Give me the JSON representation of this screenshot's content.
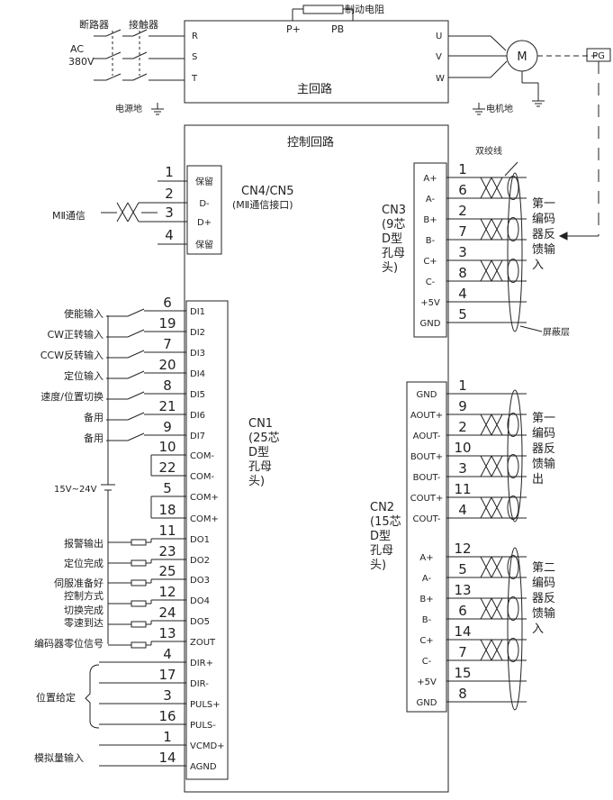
{
  "colors": {
    "line": "#222222",
    "background": "#ffffff"
  },
  "power": {
    "breaker": "断路器",
    "contactor": "接触器",
    "ac": "AC",
    "voltage": "380V",
    "brake_resistor": "制动电阻",
    "p_plus": "P+",
    "pb": "PB",
    "power_ground": "电源地",
    "motor_ground": "电机地",
    "motor": "M",
    "pg": "PG",
    "main_circuit": "主回路",
    "inputs": [
      "R",
      "S",
      "T"
    ],
    "outputs": [
      "U",
      "V",
      "W"
    ]
  },
  "control_title": "控制回路",
  "cn4": {
    "title": "CN4/CN5",
    "subtitle": "(MⅡ通信接口)",
    "signal": "MⅡ通信",
    "pins": [
      {
        "num": "1",
        "label": "保留"
      },
      {
        "num": "2",
        "label": "D-"
      },
      {
        "num": "3",
        "label": "D+"
      },
      {
        "num": "4",
        "label": "保留"
      }
    ]
  },
  "cn3": {
    "title_lines": [
      "CN3",
      "(9芯",
      "D型",
      "孔母",
      "头)"
    ],
    "twisted_pair": "双绞线",
    "shield": "屏蔽层",
    "side_label": [
      "第一",
      "编码",
      "器反",
      "馈输",
      "入"
    ],
    "pins": [
      {
        "num": "1",
        "label": "A+"
      },
      {
        "num": "6",
        "label": "A-"
      },
      {
        "num": "2",
        "label": "B+"
      },
      {
        "num": "7",
        "label": "B-"
      },
      {
        "num": "3",
        "label": "C+"
      },
      {
        "num": "8",
        "label": "C-"
      },
      {
        "num": "4",
        "label": "+5V"
      },
      {
        "num": "5",
        "label": "GND"
      }
    ]
  },
  "cn1": {
    "title_lines": [
      "CN1",
      "(25芯",
      "D型",
      "孔母",
      "头)"
    ],
    "supply": "15V~24V",
    "position_command": "位置给定",
    "analog_input": "模拟量输入",
    "pins": [
      {
        "num": "6",
        "label": "DI1",
        "signal": "使能输入"
      },
      {
        "num": "19",
        "label": "DI2",
        "signal": "CW正转输入"
      },
      {
        "num": "7",
        "label": "DI3",
        "signal": "CCW反转输入"
      },
      {
        "num": "20",
        "label": "DI4",
        "signal": "定位输入"
      },
      {
        "num": "8",
        "label": "DI5",
        "signal": "速度/位置切换"
      },
      {
        "num": "21",
        "label": "DI6",
        "signal": "备用"
      },
      {
        "num": "9",
        "label": "DI7",
        "signal": "备用"
      },
      {
        "num": "10",
        "label": "COM-",
        "signal": ""
      },
      {
        "num": "22",
        "label": "COM-",
        "signal": ""
      },
      {
        "num": "5",
        "label": "COM+",
        "signal": ""
      },
      {
        "num": "18",
        "label": "COM+",
        "signal": ""
      },
      {
        "num": "11",
        "label": "DO1",
        "signal": "报警输出"
      },
      {
        "num": "23",
        "label": "DO2",
        "signal": "定位完成"
      },
      {
        "num": "25",
        "label": "DO3",
        "signal": "伺服准备好"
      },
      {
        "num": "12",
        "label": "DO4",
        "signal": "控制方式"
      },
      {
        "num": "24",
        "label": "DO5",
        "signal": "切换完成"
      },
      {
        "num": "13",
        "label": "ZOUT",
        "signal": "编码器零位信号"
      },
      {
        "num": "4",
        "label": "DIR+",
        "signal": ""
      },
      {
        "num": "17",
        "label": "DIR-",
        "signal": ""
      },
      {
        "num": "3",
        "label": "PULS+",
        "signal": ""
      },
      {
        "num": "16",
        "label": "PULS-",
        "signal": ""
      },
      {
        "num": "1",
        "label": "VCMD+",
        "signal": ""
      },
      {
        "num": "14",
        "label": "AGND",
        "signal": ""
      }
    ],
    "extra_signal": "零速到达"
  },
  "cn2": {
    "title_lines": [
      "CN2",
      "(15芯",
      "D型",
      "孔母",
      "头)"
    ],
    "upper_side_label": [
      "第一",
      "编码",
      "器反",
      "馈输",
      "出"
    ],
    "lower_side_label": [
      "第二",
      "编码",
      "器反",
      "馈输",
      "入"
    ],
    "upper_pins": [
      {
        "num": "1",
        "label": "GND"
      },
      {
        "num": "9",
        "label": "AOUT+"
      },
      {
        "num": "2",
        "label": "AOUT-"
      },
      {
        "num": "10",
        "label": "BOUT+"
      },
      {
        "num": "3",
        "label": "BOUT-"
      },
      {
        "num": "11",
        "label": "COUT+"
      },
      {
        "num": "4",
        "label": "COUT-"
      }
    ],
    "lower_pins": [
      {
        "num": "12",
        "label": "A+"
      },
      {
        "num": "5",
        "label": "A-"
      },
      {
        "num": "13",
        "label": "B+"
      },
      {
        "num": "6",
        "label": "B-"
      },
      {
        "num": "14",
        "label": "C+"
      },
      {
        "num": "7",
        "label": "C-"
      },
      {
        "num": "15",
        "label": "+5V"
      },
      {
        "num": "8",
        "label": "GND"
      }
    ]
  }
}
